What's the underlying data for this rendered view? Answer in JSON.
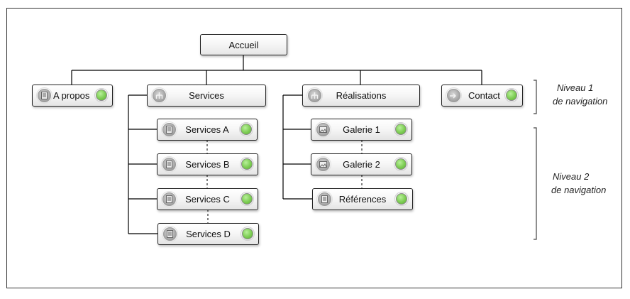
{
  "root": {
    "label": "Accueil"
  },
  "level1": {
    "a_propos": {
      "label": "A propos",
      "icon": "page-icon"
    },
    "services": {
      "label": "Services",
      "icon": "sitemap-icon"
    },
    "realisations": {
      "label": "Réalisations",
      "icon": "sitemap-icon"
    },
    "contact": {
      "label": "Contact",
      "icon": "arrow-right-icon"
    }
  },
  "services_children": [
    {
      "label": "Services A",
      "icon": "page-icon"
    },
    {
      "label": "Services B",
      "icon": "page-icon"
    },
    {
      "label": "Services C",
      "icon": "page-icon"
    },
    {
      "label": "Services D",
      "icon": "page-icon"
    }
  ],
  "realisations_children": [
    {
      "label": "Galerie 1",
      "icon": "image-icon"
    },
    {
      "label": "Galerie 2",
      "icon": "image-icon"
    },
    {
      "label": "Références",
      "icon": "page-icon"
    }
  ],
  "annotations": {
    "niveau1": {
      "line1": "Niveau 1",
      "line2": "de navigation"
    },
    "niveau2": {
      "line1": "Niveau 2",
      "line2": "de navigation"
    }
  },
  "colors": {
    "status_dot": "#7ccc52",
    "line": "#000000",
    "icon_bg": "#a9a9a9"
  }
}
